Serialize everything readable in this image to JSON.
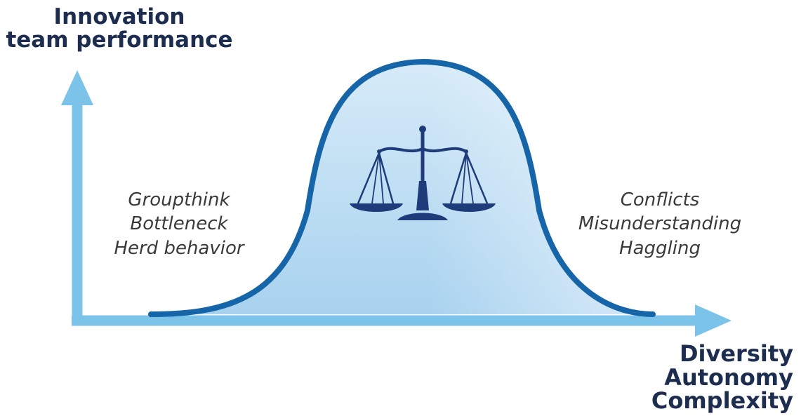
{
  "y_axis": {
    "title_lines": [
      "Innovation",
      "team performance"
    ]
  },
  "x_axis": {
    "title_lines": [
      "Diversity",
      "Autonomy",
      "Complexity"
    ]
  },
  "left_region": {
    "items": [
      "Groupthink",
      "Bottleneck",
      "Herd behavior"
    ]
  },
  "right_region": {
    "items": [
      "Conflicts",
      "Misunderstanding",
      "Haggling"
    ]
  },
  "center_icon": "balance-scale-icon",
  "colors": {
    "curve": "#1565a8",
    "fill_top": "#d5e9f7",
    "fill_bottom": "#a9d3ef",
    "axis": "#7cc3ea",
    "icon": "#1e3b7a",
    "title_text": "#1c2d4f",
    "note_text": "#3a3a3a"
  }
}
